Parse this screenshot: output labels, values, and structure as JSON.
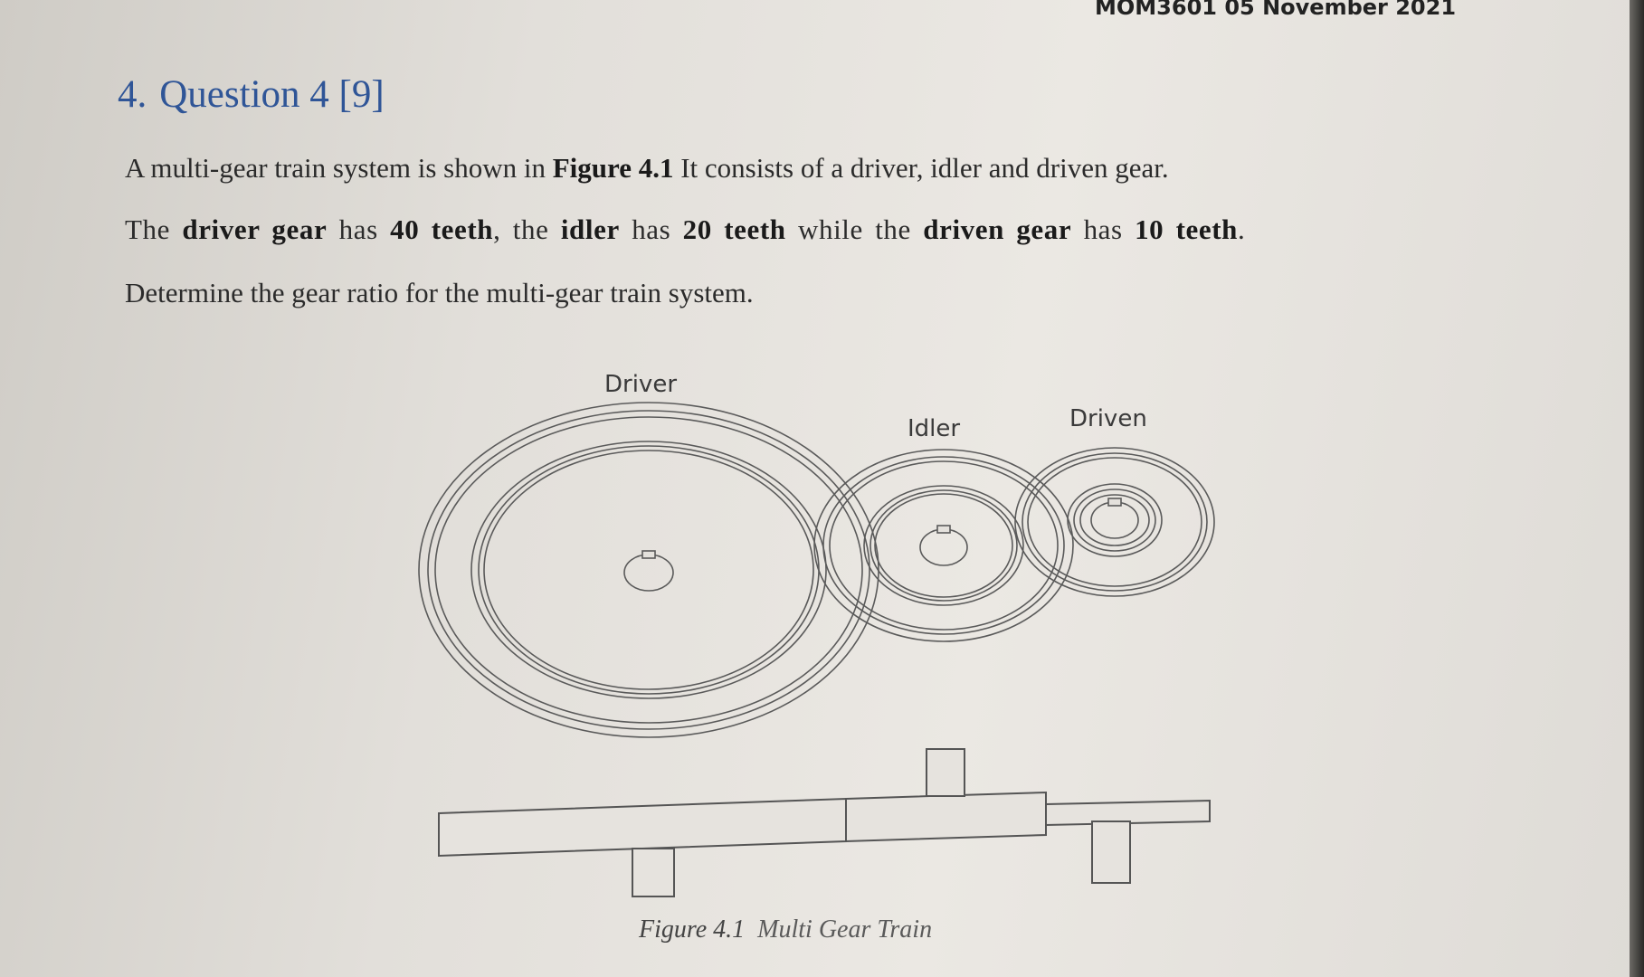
{
  "header": {
    "text": "MOM3601 05 November 2021"
  },
  "question": {
    "number": "4.",
    "title": "Question 4 [9]",
    "line1": {
      "a": "A multi-gear train system is shown in ",
      "figure_ref": "Figure 4.1",
      "b": " It consists of a driver, idler and driven gear."
    },
    "line2": {
      "a": "The ",
      "driver_gear": "driver gear",
      "b": " has ",
      "driver_teeth": "40 teeth",
      "c": ", the ",
      "idler": "idler",
      "d": " has ",
      "idler_teeth": "20 teeth",
      "e": " while the ",
      "driven_gear": "driven gear",
      "f": " has ",
      "driven_teeth": "10 teeth",
      "g": "."
    },
    "line3": "Determine the gear ratio for the multi-gear train system."
  },
  "figure": {
    "labels": {
      "driver": "Driver",
      "idler": "Idler",
      "driven": "Driven"
    },
    "caption_label": "Figure 4.1",
    "caption_text": "Multi Gear Train"
  }
}
